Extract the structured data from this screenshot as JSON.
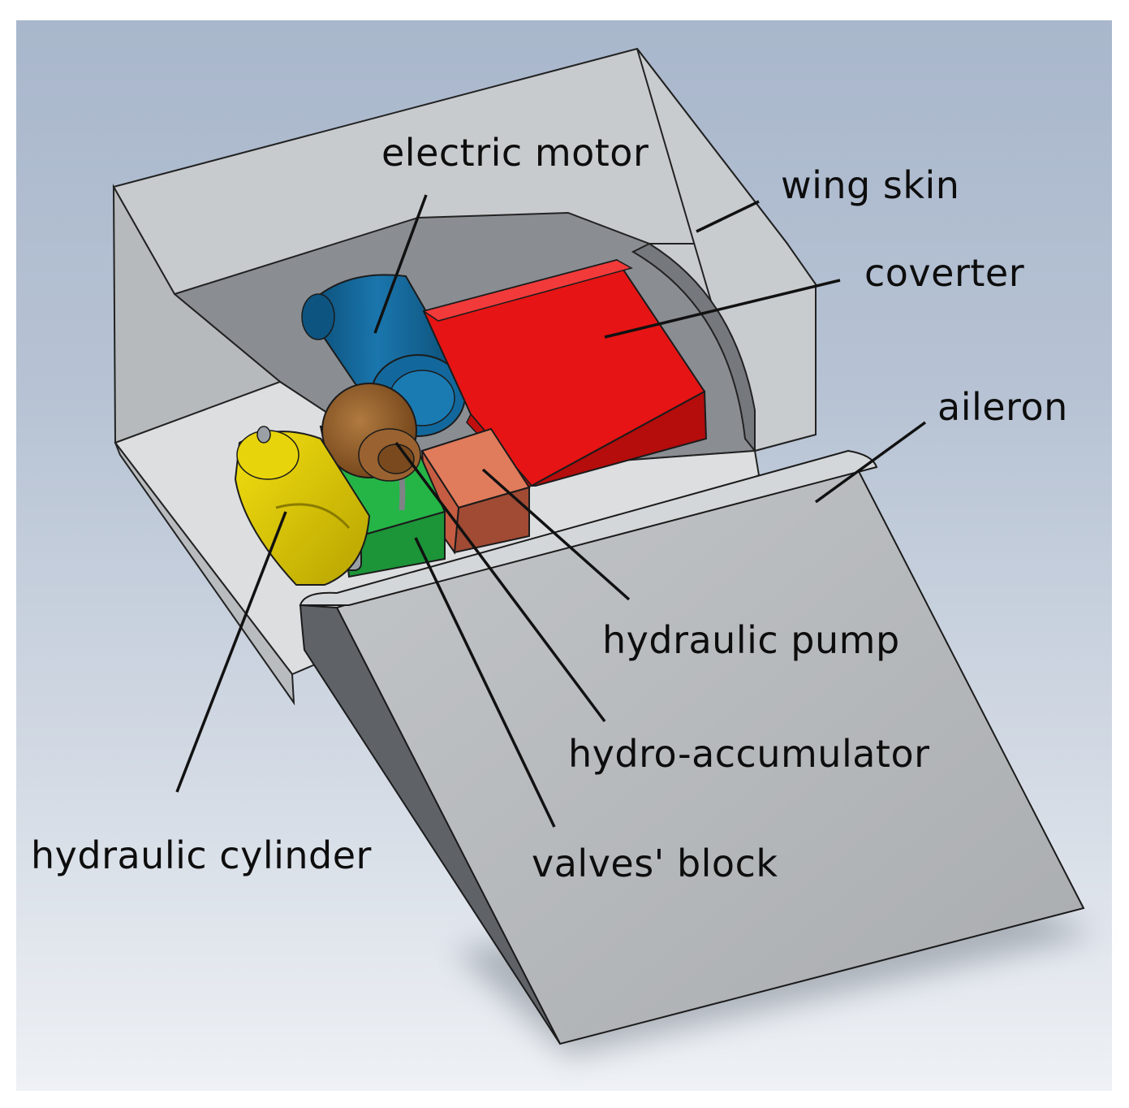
{
  "labels": {
    "electric_motor": "electric motor",
    "wing_skin": "wing skin",
    "converter": "coverter",
    "aileron": "aileron",
    "hydraulic_pump": "hydraulic pump",
    "hydro_accumulator": "hydro-accumulator",
    "valves_block": "valves' block",
    "hydraulic_cylinder": "hydraulic cylinder"
  },
  "colors": {
    "wing_skin": "#c3c6c9",
    "electric_motor": "#0f5f91",
    "converter": "#e01010",
    "hydro_accumulator": "#8a5420",
    "hydraulic_pump": "#d36a4e",
    "valves_block": "#1ea83e",
    "hydraulic_cylinder": "#d9c400",
    "aileron": "#b7babd"
  }
}
